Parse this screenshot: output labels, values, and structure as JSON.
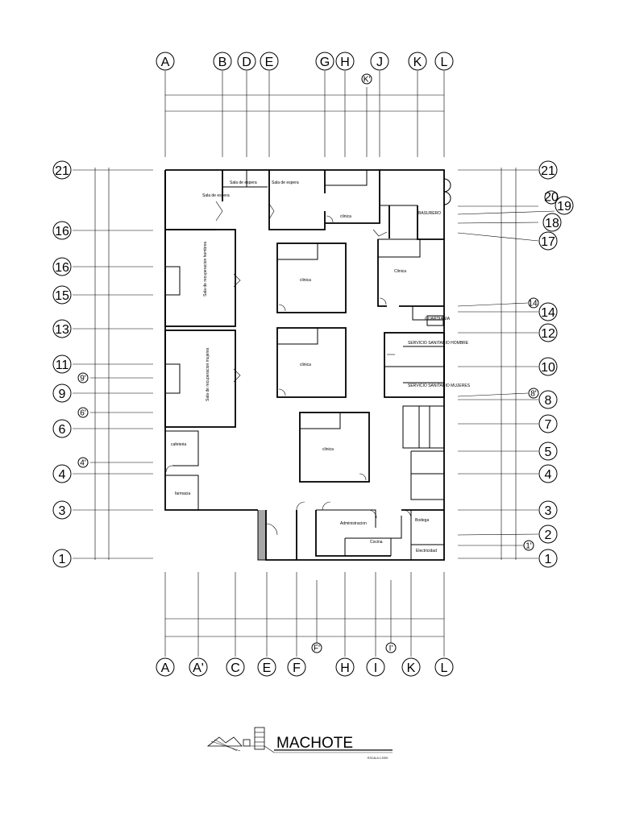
{
  "axes": {
    "top": [
      "A",
      "B",
      "D",
      "E",
      "G",
      "H",
      "J",
      "K",
      "L"
    ],
    "top_extra": "K'",
    "bottom": [
      "A",
      "A'",
      "C",
      "E",
      "F",
      "H",
      "I",
      "K",
      "L"
    ],
    "bottom_extra": [
      "F'",
      "I'"
    ],
    "left": [
      "21",
      "16",
      "16",
      "15",
      "13",
      "11",
      "9'",
      "9",
      "6'",
      "6",
      "4'",
      "4",
      "3",
      "1"
    ],
    "right": [
      "21",
      "20",
      "19",
      "18",
      "17",
      "14'",
      "14",
      "12",
      "10",
      "8'",
      "8",
      "7",
      "5",
      "4",
      "3",
      "2",
      "1'",
      "1"
    ]
  },
  "rooms": {
    "sala_espera_1": "Sala de espera",
    "sala_espera_2": "Sala de espera",
    "sala_espera_3": "Sala de espera",
    "clinica_top": "clinica",
    "basurero": "BASURERO",
    "clinica_right": "Clinica",
    "clinica_c1": "clinica",
    "clinica_c2": "clinica",
    "clinica_c3": "clinica",
    "recuperacion_hombres": "Sala de recuperacion hombres",
    "recuperacion_mujeres": "Sala de recuperacion mujeres",
    "cafeteria": "cafeteria",
    "farmacia": "farmacia",
    "guardiania": "GUARDIANIA",
    "sshh_hombres": "SERVICIO SANITARIO HOMBRE",
    "sshh_mujeres": "SERVICIO SANITARIO MUJERES",
    "administracion": "Administracion",
    "cocina": "Cocina",
    "bodega": "Bodega",
    "electricidad": "Electricidad"
  },
  "title": {
    "name": "MACHOTE",
    "scale": "ESCALA 1:2000"
  }
}
